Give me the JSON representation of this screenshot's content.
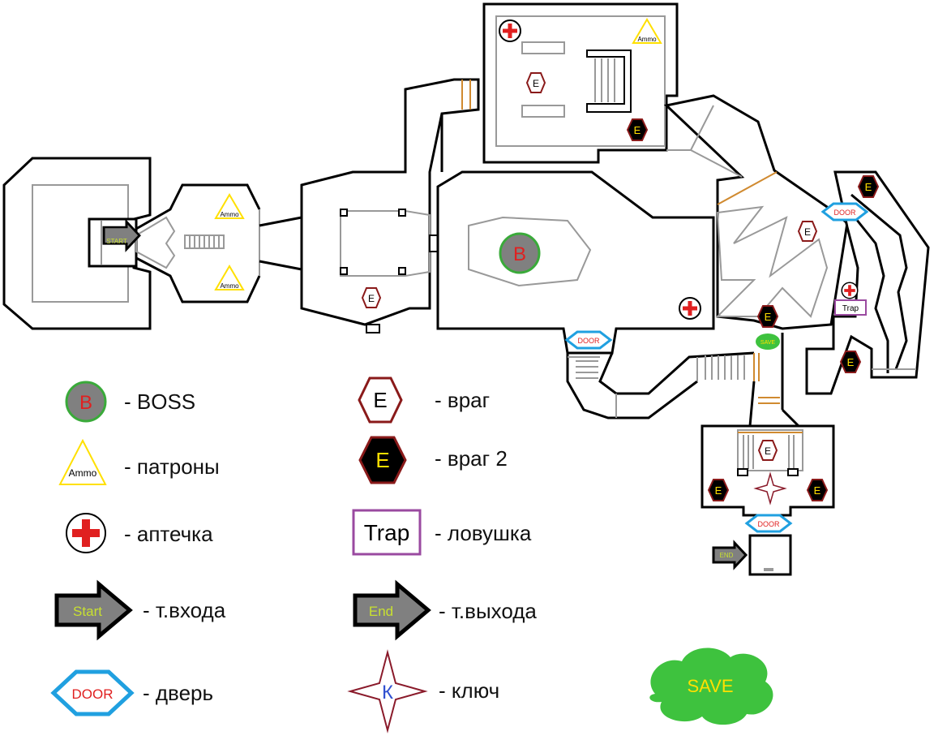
{
  "markers": {
    "start": "START",
    "end": "END",
    "boss": "B",
    "ammo": "Ammo",
    "enemy": "E",
    "enemy2": "E",
    "door": "DOOR",
    "save": "SAVE",
    "trap": "Trap"
  },
  "legend": {
    "boss": {
      "icon_text": "B",
      "label": "- BOSS"
    },
    "ammo": {
      "icon_text": "Ammo",
      "label": "- патроны"
    },
    "medkit": {
      "label": "- аптечка"
    },
    "start": {
      "icon_text": "Start",
      "label": "- т.входа"
    },
    "door": {
      "icon_text": "DOOR",
      "label": "- дверь"
    },
    "enemy": {
      "icon_text": "E",
      "label": "- враг"
    },
    "enemy2": {
      "icon_text": "E",
      "label": "- враг 2"
    },
    "trap": {
      "icon_text": "Trap",
      "label": "- ловушка"
    },
    "end": {
      "icon_text": "End",
      "label": "- т.выхода"
    },
    "key": {
      "icon_text": "К",
      "label": "- ключ"
    },
    "save": {
      "icon_text": "SAVE"
    }
  },
  "colors": {
    "wall": "#000000",
    "floor_line": "#999999",
    "boss_fill": "#808080",
    "boss_ring": "#3aaa3a",
    "boss_text": "#e02020",
    "ammo_stroke": "#ffe000",
    "medkit_red": "#e02020",
    "enemy_stroke": "#8a1a1a",
    "enemy2_fill": "#000000",
    "enemy2_text": "#ffe000",
    "door_stroke": "#20a0e0",
    "door_text": "#e02020",
    "trap_stroke": "#9a4aa0",
    "save_fill": "#3ec23e",
    "save_text": "#ffe000",
    "arrow_fill": "#808080",
    "arrow_text": "#c8e030",
    "key_stroke": "#8a1a2a",
    "key_text": "#3050d0",
    "passage": "#d08a30"
  }
}
